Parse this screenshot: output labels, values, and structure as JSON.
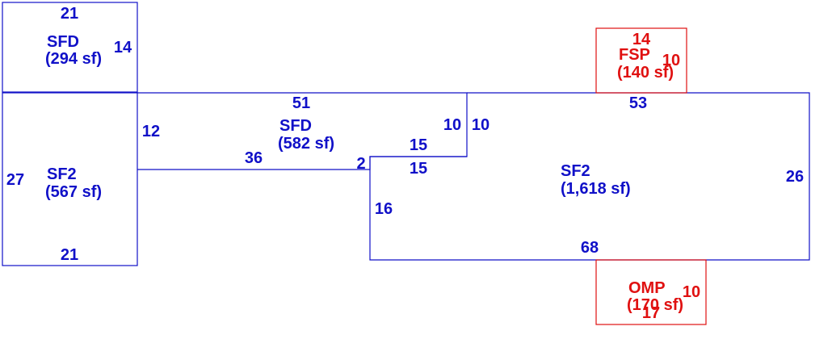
{
  "colors": {
    "living": "#1010c8",
    "porch": "#e01010",
    "background": "#ffffff"
  },
  "areas": {
    "sfd_top": {
      "code": "SFD",
      "area": "(294 sf)"
    },
    "sf2_left": {
      "code": "SF2",
      "area": "(567 sf)"
    },
    "sfd_mid": {
      "code": "SFD",
      "area": "(582 sf)"
    },
    "sf2_right": {
      "code": "SF2",
      "area": "(1,618 sf)"
    },
    "fsp": {
      "code": "FSP",
      "area": "(140 sf)"
    },
    "omp": {
      "code": "OMP",
      "area": "(170 sf)"
    }
  },
  "dimensions": {
    "sfd_top_width": "21",
    "sfd_top_height": "14",
    "sf2_left_height": "27",
    "sf2_left_width": "21",
    "sfd_mid_top": "51",
    "sfd_mid_left": "12",
    "sfd_mid_bottom": "36",
    "sfd_mid_step": "2",
    "sfd_mid_right": "10",
    "sfd_mid_notch": "15",
    "sf2_right_left_wall": "10",
    "sf2_right_top": "53",
    "sf2_right_notch": "15",
    "sf2_right_left": "16",
    "sf2_right_height": "26",
    "sf2_right_bottom": "68",
    "fsp_width": "14",
    "fsp_height": "10",
    "omp_width": "17",
    "omp_height": "10"
  }
}
